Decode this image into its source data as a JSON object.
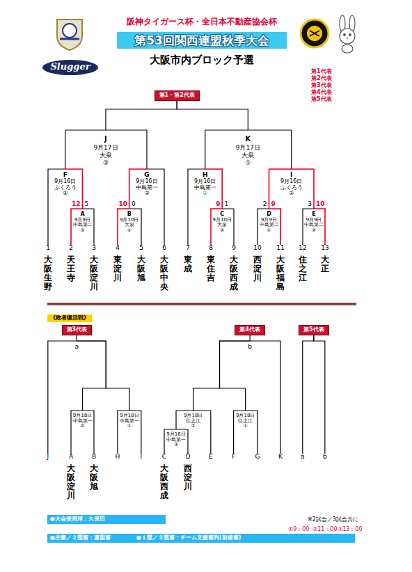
{
  "diagram": {
    "title": "第53回関西連盟秋季大会",
    "nodes": [
      {
        "text": [
          "第1・第2代表"
        ]
      },
      {
        "text": [
          "J",
          "9月17日",
          "大泉",
          "②"
        ]
      },
      {
        "text": [
          "K",
          "9月17日",
          "大泉",
          "①"
        ]
      },
      {
        "text": [
          "F",
          "9月16日",
          "ふくろう",
          "①"
        ]
      },
      {
        "text": [
          "G",
          "9月16日",
          "中島第一",
          "②"
        ]
      },
      {
        "text": [
          "H",
          "9月16日",
          "中島第一",
          "①"
        ]
      },
      {
        "text": [
          "I",
          "9月16日",
          "ふくろう",
          "②"
        ]
      },
      {
        "text": [
          "A",
          "9月9日",
          "中島第二",
          "③"
        ]
      },
      {
        "text": [
          "B",
          "9月10日",
          "大泉",
          "①"
        ]
      },
      {
        "text": [
          "C",
          "9月10日",
          "大泉",
          "②"
        ]
      },
      {
        "text": [
          "D",
          "9月9日",
          "中島第二",
          "①"
        ]
      },
      {
        "text": [
          "E",
          "9月9日",
          "中島第二",
          "②"
        ]
      },
      {
        "text": [
          "1",
          "大阪生野"
        ]
      },
      {
        "text": [
          "2",
          "天王寺"
        ]
      },
      {
        "text": [
          "3",
          "大阪淀川"
        ]
      },
      {
        "text": [
          "4",
          "東淀川"
        ]
      },
      {
        "text": [
          "5",
          "大阪旭"
        ]
      },
      {
        "text": [
          "6",
          "大阪中央"
        ]
      },
      {
        "text": [
          "7",
          "東成"
        ]
      },
      {
        "text": [
          "8",
          "東住吉"
        ]
      },
      {
        "text": [
          "9",
          "大阪西成"
        ]
      },
      {
        "text": [
          "10",
          "西淀川"
        ]
      },
      {
        "text": [
          "11",
          "大阪福島"
        ]
      },
      {
        "text": [
          "12",
          "住之江"
        ]
      },
      {
        "text": [
          "13",
          "大正"
        ]
      },
      {
        "text": [
          "《敗者復活戦》"
        ]
      },
      {
        "text": [
          "第3代表"
        ]
      },
      {
        "text": [
          "第4代表"
        ]
      },
      {
        "text": [
          "第5代表"
        ]
      },
      {
        "text": [
          "a"
        ]
      },
      {
        "text": [
          "b"
        ]
      },
      {
        "text": [
          "9月18日",
          "中島第一",
          "②"
        ]
      },
      {
        "text": [
          "9月18日",
          "中島第一",
          "①"
        ]
      },
      {
        "text": [
          "9月18日",
          "住之江",
          "②"
        ]
      },
      {
        "text": [
          "9月18日",
          "住之江",
          "①"
        ]
      },
      {
        "text": [
          "9月16日",
          "中島第一",
          "③"
        ]
      },
      {
        "text": [
          "J"
        ]
      },
      {
        "text": [
          "A",
          "大阪淀川"
        ]
      },
      {
        "text": [
          "B",
          "大阪旭"
        ]
      },
      {
        "text": [
          "H"
        ]
      },
      {
        "text": [
          "I"
        ]
      },
      {
        "text": [
          "C",
          "大阪西成"
        ]
      },
      {
        "text": [
          "D",
          "西淀川"
        ]
      },
      {
        "text": [
          "E"
        ]
      },
      {
        "text": [
          "F"
        ]
      },
      {
        "text": [
          "G"
        ]
      },
      {
        "text": [
          "K"
        ]
      },
      {
        "text": [
          "a"
        ]
      },
      {
        "text": [
          "b"
        ]
      },
      {
        "text": [
          "●大会使用球：久保田"
        ]
      },
      {
        "text": [
          "●主審／２塁審：連盟審",
          "●１塁／３塁審：チーム支援審判(前後審)"
        ]
      }
    ],
    "edges": [
      {
        "from": 1,
        "to": 0,
        "arrow": "none"
      },
      {
        "from": 2,
        "to": 0,
        "arrow": "none"
      },
      {
        "from": 3,
        "to": 1,
        "arrow": "none"
      },
      {
        "from": 4,
        "to": 1,
        "arrow": "none"
      },
      {
        "from": 5,
        "to": 2,
        "arrow": "none"
      },
      {
        "from": 6,
        "to": 2,
        "arrow": "none"
      },
      {
        "from": 12,
        "to": 3,
        "arrow": "none"
      },
      {
        "from": 7,
        "to": 3,
        "arrow": "none"
      },
      {
        "from": 8,
        "to": 4,
        "arrow": "none"
      },
      {
        "from": 17,
        "to": 4,
        "arrow": "none"
      },
      {
        "from": 18,
        "to": 5,
        "arrow": "none"
      },
      {
        "from": 9,
        "to": 5,
        "arrow": "none"
      },
      {
        "from": 10,
        "to": 6,
        "arrow": "none"
      },
      {
        "from": 11,
        "to": 6,
        "arrow": "none"
      },
      {
        "from": 13,
        "to": 7,
        "arrow": "none"
      },
      {
        "from": 14,
        "to": 7,
        "arrow": "none"
      },
      {
        "from": 15,
        "to": 8,
        "arrow": "none"
      },
      {
        "from": 16,
        "to": 8,
        "arrow": "none"
      },
      {
        "from": 19,
        "to": 9,
        "arrow": "none"
      },
      {
        "from": 20,
        "to": 9,
        "arrow": "none"
      },
      {
        "from": 21,
        "to": 10,
        "arrow": "none"
      },
      {
        "from": 22,
        "to": 10,
        "arrow": "none"
      },
      {
        "from": 23,
        "to": 11,
        "arrow": "none"
      },
      {
        "from": 24,
        "to": 11,
        "arrow": "none"
      },
      {
        "from": 29,
        "to": 26,
        "arrow": "none"
      },
      {
        "from": 30,
        "to": 27,
        "arrow": "none"
      },
      {
        "from": 36,
        "to": 29,
        "arrow": "none"
      },
      {
        "from": 31,
        "to": 29,
        "arrow": "none"
      },
      {
        "from": 32,
        "to": 29,
        "arrow": "none"
      },
      {
        "from": 37,
        "to": 31,
        "arrow": "none"
      },
      {
        "from": 38,
        "to": 31,
        "arrow": "none"
      },
      {
        "from": 39,
        "to": 32,
        "arrow": "none"
      },
      {
        "from": 40,
        "to": 32,
        "arrow": "none"
      },
      {
        "from": 33,
        "to": 30,
        "arrow": "none"
      },
      {
        "from": 34,
        "to": 30,
        "arrow": "none"
      },
      {
        "from": 46,
        "to": 30,
        "arrow": "none"
      },
      {
        "from": 35,
        "to": 33,
        "arrow": "none"
      },
      {
        "from": 43,
        "to": 33,
        "arrow": "none"
      },
      {
        "from": 41,
        "to": 35,
        "arrow": "none"
      },
      {
        "from": 42,
        "to": 35,
        "arrow": "none"
      },
      {
        "from": 44,
        "to": 34,
        "arrow": "none"
      },
      {
        "from": 45,
        "to": 34,
        "arrow": "none"
      },
      {
        "from": 47,
        "to": 28,
        "arrow": "none"
      },
      {
        "from": 48,
        "to": 28,
        "arrow": "none"
      }
    ],
    "labels": [
      "阪神タイガース杯・全日本不動産協会杯",
      "大阪市内ブロック予選",
      "第1代表",
      "第2代表",
      "第3代表",
      "第4代表",
      "第5代表",
      "12",
      "5",
      "10",
      "0",
      "9",
      "1",
      "2",
      "9",
      "3",
      "10",
      "※2試合／3試合共に",
      "①9：00",
      "②11：00",
      "③13：00",
      "Slugger"
    ]
  }
}
